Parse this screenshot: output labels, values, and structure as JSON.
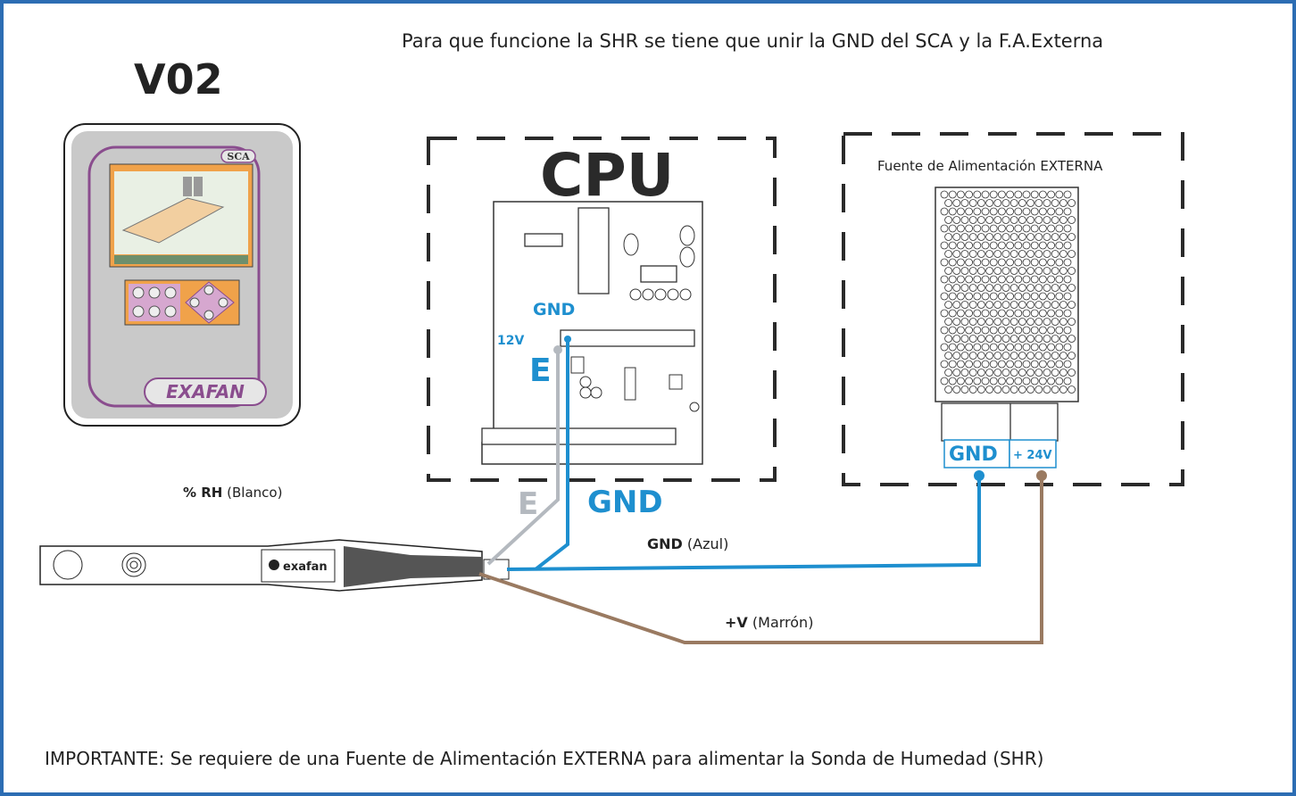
{
  "header": {
    "model": "V02",
    "note": "Para que funcione la SHR se tiene que unir la GND del SCA y la F.A.Externa"
  },
  "controller": {
    "badge": "SCA",
    "brand": "EXAFAN"
  },
  "cpu": {
    "title": "CPU",
    "pin_gnd": "GND",
    "pin_12v": "12V",
    "pin_e": "E"
  },
  "power_supply": {
    "title": "Fuente de Alimentación EXTERNA",
    "terminal_gnd": "GND",
    "terminal_24v": "+ 24V"
  },
  "sensor": {
    "brand": "exafan"
  },
  "wires": {
    "rh_bold": "% RH",
    "rh_rest": "(Blanco)",
    "gnd_bold": "GND",
    "gnd_rest": "(Azul)",
    "v_bold": "+V",
    "v_rest": "(Marrón)",
    "big_gnd": "GND",
    "big_e": "E",
    "colors": {
      "gnd": "#1e8fcf",
      "signal": "#b4b9bf",
      "power": "#9a7a61",
      "frame": "#2c6db3"
    }
  },
  "footer": {
    "note": "IMPORTANTE: Se requiere de una Fuente de Alimentación EXTERNA para alimentar la Sonda de Humedad (SHR)"
  }
}
